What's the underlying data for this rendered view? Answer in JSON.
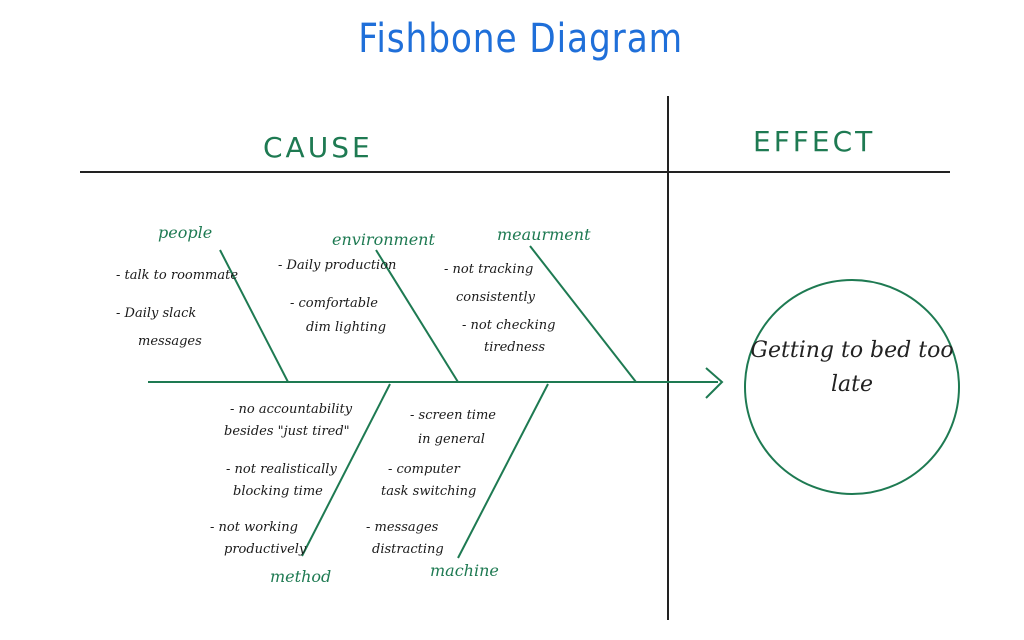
{
  "title": "Fishbone Diagram",
  "cause_heading": "CAUSE",
  "effect_heading": "EFFECT",
  "effect": "Getting to bed too late",
  "categories": {
    "people": {
      "label": "people",
      "items": [
        "- talk to roommate",
        "- Daily slack",
        "messages"
      ]
    },
    "environment": {
      "label": "environment",
      "items": [
        "- Daily production",
        "- comfortable",
        "dim lighting"
      ]
    },
    "measurement": {
      "label": "meaurment",
      "items": [
        "- not tracking",
        "consistently",
        "- not checking",
        "tiredness"
      ]
    },
    "method": {
      "label": "method",
      "items": [
        "- no accountability",
        "besides \"just tired\"",
        "- not realistically",
        "blocking time",
        "- not working",
        "productively"
      ]
    },
    "machine": {
      "label": "machine",
      "items": [
        "- screen time",
        "in general",
        "- computer",
        "task switching",
        "- messages",
        "distracting"
      ]
    }
  },
  "colors": {
    "title": "#1f6fd9",
    "green": "#1e7a52",
    "ink": "#222222",
    "text": "#1a1a1a"
  }
}
